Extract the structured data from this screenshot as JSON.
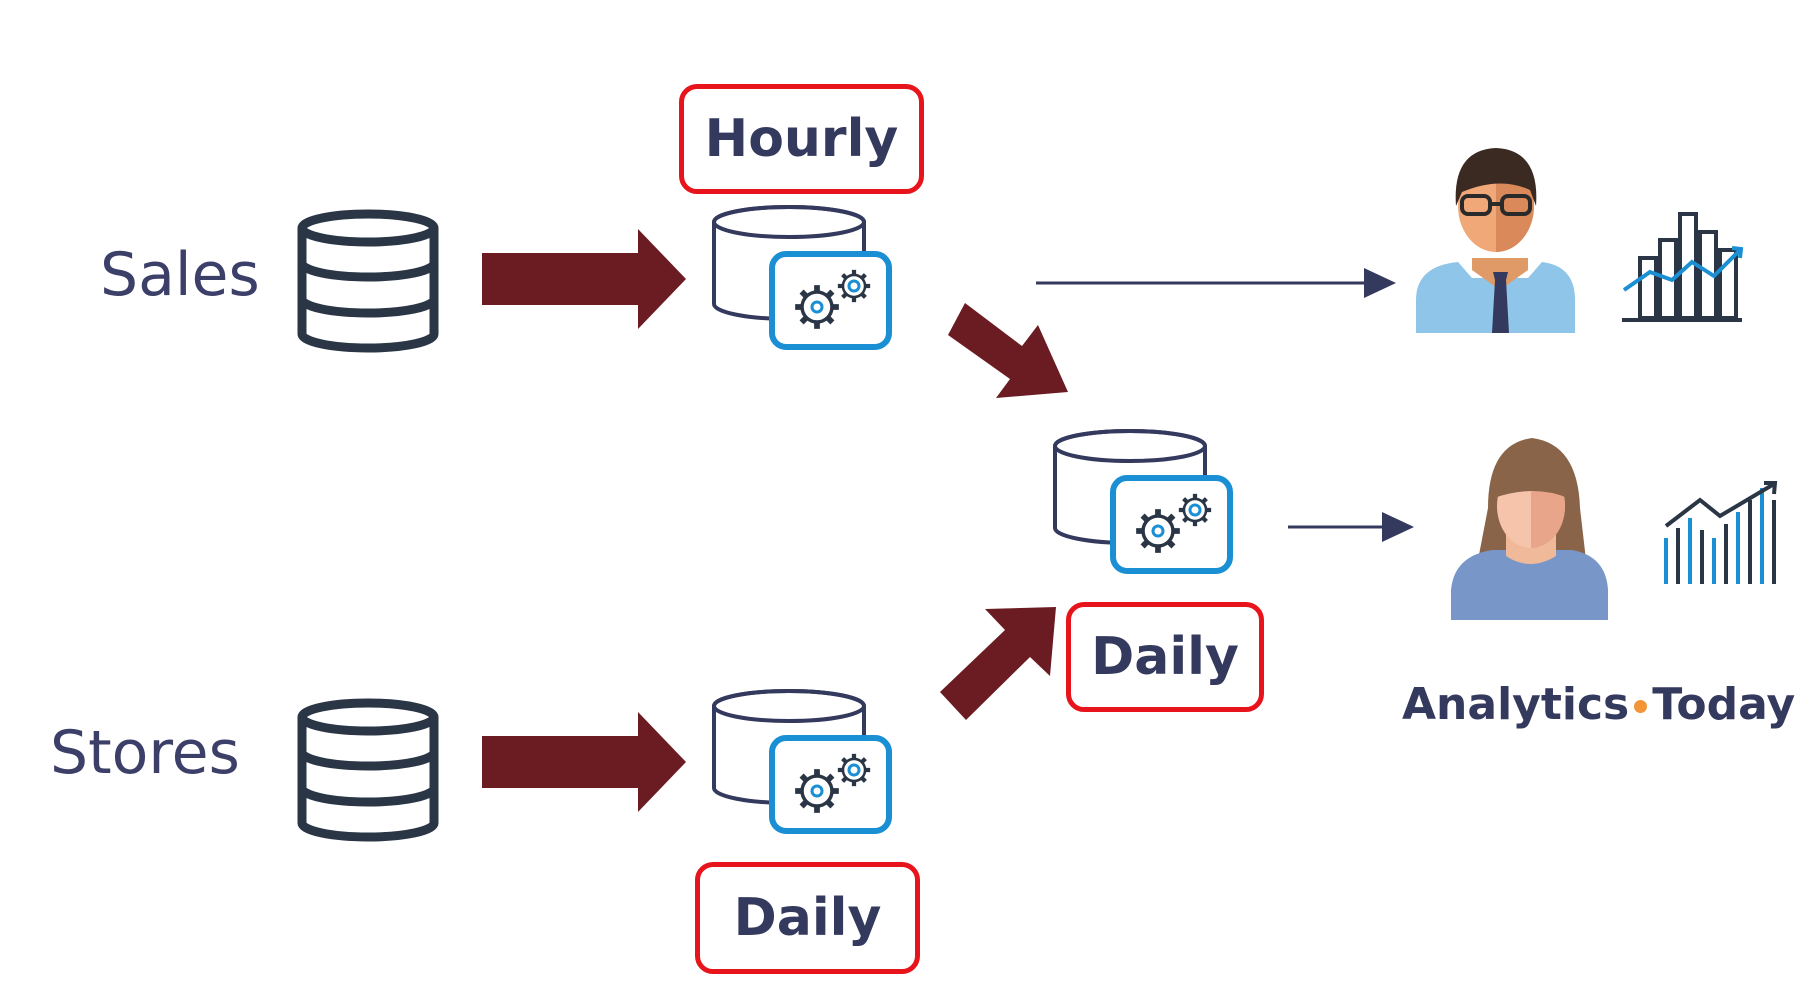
{
  "sources": {
    "sales_label": "Sales",
    "stores_label": "Stores"
  },
  "frequencies": {
    "sales_pipeline": "Hourly",
    "stores_pipeline": "Daily",
    "combined_pipeline": "Daily"
  },
  "brand": {
    "part1": "Analytics",
    "part2": "Today"
  },
  "colors": {
    "arrow_fill": "#6b1c22",
    "label_border": "#e8141c",
    "process_border": "#1a8fd4",
    "database_stroke": "#2a3545",
    "text": "#34395e",
    "brand_dot": "#f39436"
  },
  "icons": [
    "database-icon",
    "process-database-icon",
    "gears-icon",
    "male-user-icon",
    "female-user-icon",
    "bar-line-chart-icon",
    "trend-chart-icon"
  ]
}
